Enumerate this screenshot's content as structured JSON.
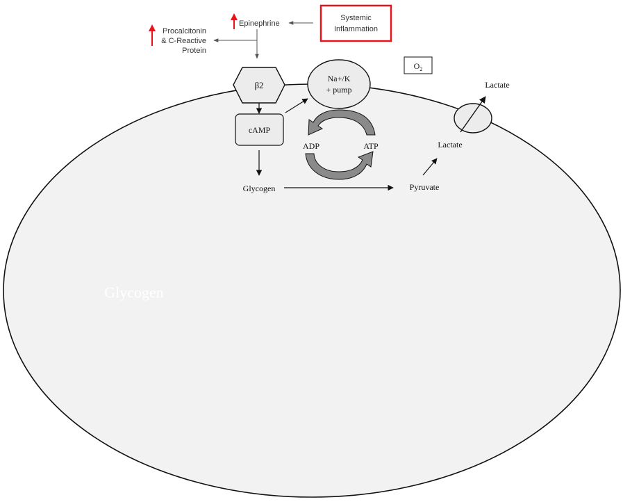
{
  "labels": {
    "systemic_inflammation_line1": "Systemic",
    "systemic_inflammation_line2": "Inflammation",
    "epinephrine": "Epinephrine",
    "procalcitonin_line1": "Procalcitonin",
    "procalcitonin_line2": "& C-Reactive",
    "procalcitonin_line3": "Protein",
    "beta2": "β2",
    "camp": "cAMP",
    "na_k_pump_line1": "Na+/K",
    "na_k_pump_line2": "+ pump",
    "adp": "ADP",
    "atp": "ATP",
    "glycogen_pathway": "Glycogen",
    "pyruvate": "Pyruvate",
    "lactate_inside": "Lactate",
    "lactate_outside": "Lactate",
    "oxygen_base": "O",
    "oxygen_subscript": "2",
    "glycogen_watermark": "Glycogen"
  },
  "colors": {
    "cell_fill": "#f2f2f2",
    "stroke": "#111111",
    "inflammation_border": "#e8141b",
    "increase_arrow": "#e8141b",
    "cycle_arrow": "#8a8a8a",
    "watermark": "#ffffff"
  },
  "icons": {
    "increase_indicator": "red-up-arrow-icon",
    "atp_cycle": "circular-arrows-icon"
  }
}
